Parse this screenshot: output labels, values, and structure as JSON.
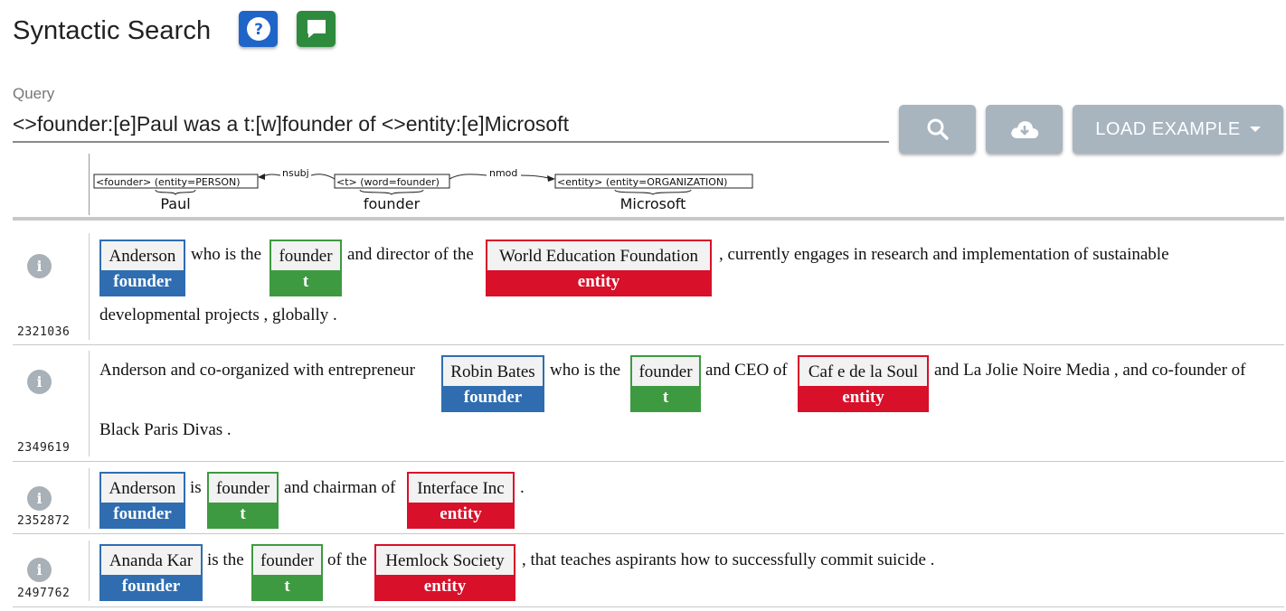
{
  "header": {
    "title": "Syntactic Search"
  },
  "query": {
    "label": "Query",
    "value": "<>founder:[e]Paul was a t:[w]founder of <>entity:[e]Microsoft"
  },
  "toolbar": {
    "load_label": "LOAD EXAMPLE"
  },
  "graph": {
    "nodes": [
      {
        "label": "<founder> (entity=PERSON)",
        "word": "Paul"
      },
      {
        "label": "<t> (word=founder)",
        "word": "founder"
      },
      {
        "label": "<entity> (entity=ORGANIZATION)",
        "word": "Microsoft"
      }
    ],
    "edges": [
      {
        "label": "nsubj"
      },
      {
        "label": "nmod"
      }
    ]
  },
  "results": [
    {
      "id": "2321036",
      "texts": [
        "who is the",
        "and director of the",
        ", currently engages in research and implementation of sustainable",
        "developmental projects , globally ."
      ],
      "spans": [
        {
          "word": "Anderson",
          "label": "founder"
        },
        {
          "word": "founder",
          "label": "t"
        },
        {
          "word": "World Education Foundation",
          "label": "entity"
        }
      ]
    },
    {
      "id": "2349619",
      "texts": [
        "Anderson and co-organized with entrepreneur",
        "who is the",
        "and CEO of",
        "and La Jolie Noire Media , and co-founder of",
        "Black Paris Divas ."
      ],
      "spans": [
        {
          "word": "Robin Bates",
          "label": "founder"
        },
        {
          "word": "founder",
          "label": "t"
        },
        {
          "word": "Caf e de la Soul",
          "label": "entity"
        }
      ]
    },
    {
      "id": "2352872",
      "texts": [
        "is",
        "and chairman of",
        "."
      ],
      "spans": [
        {
          "word": "Anderson",
          "label": "founder"
        },
        {
          "word": "founder",
          "label": "t"
        },
        {
          "word": "Interface Inc",
          "label": "entity"
        }
      ]
    },
    {
      "id": "2497762",
      "texts": [
        "is the",
        "of the",
        ", that teaches aspirants how to successfully commit suicide ."
      ],
      "spans": [
        {
          "word": "Ananda Kar",
          "label": "founder"
        },
        {
          "word": "founder",
          "label": "t"
        },
        {
          "word": "Hemlock Society",
          "label": "entity"
        }
      ]
    }
  ],
  "colors": {
    "founder": "#2f6db0",
    "t": "#3d9a40",
    "entity": "#d8102a",
    "help_button": "#1f65c8",
    "chat_button": "#2e8b3e",
    "action_button": "#a8b5bf"
  },
  "icons": {
    "help": "question-circle-icon",
    "chat": "chat-bubble-icon",
    "search": "search-icon",
    "download": "cloud-download-icon",
    "dropdown": "caret-down-icon",
    "info": "info-icon"
  }
}
